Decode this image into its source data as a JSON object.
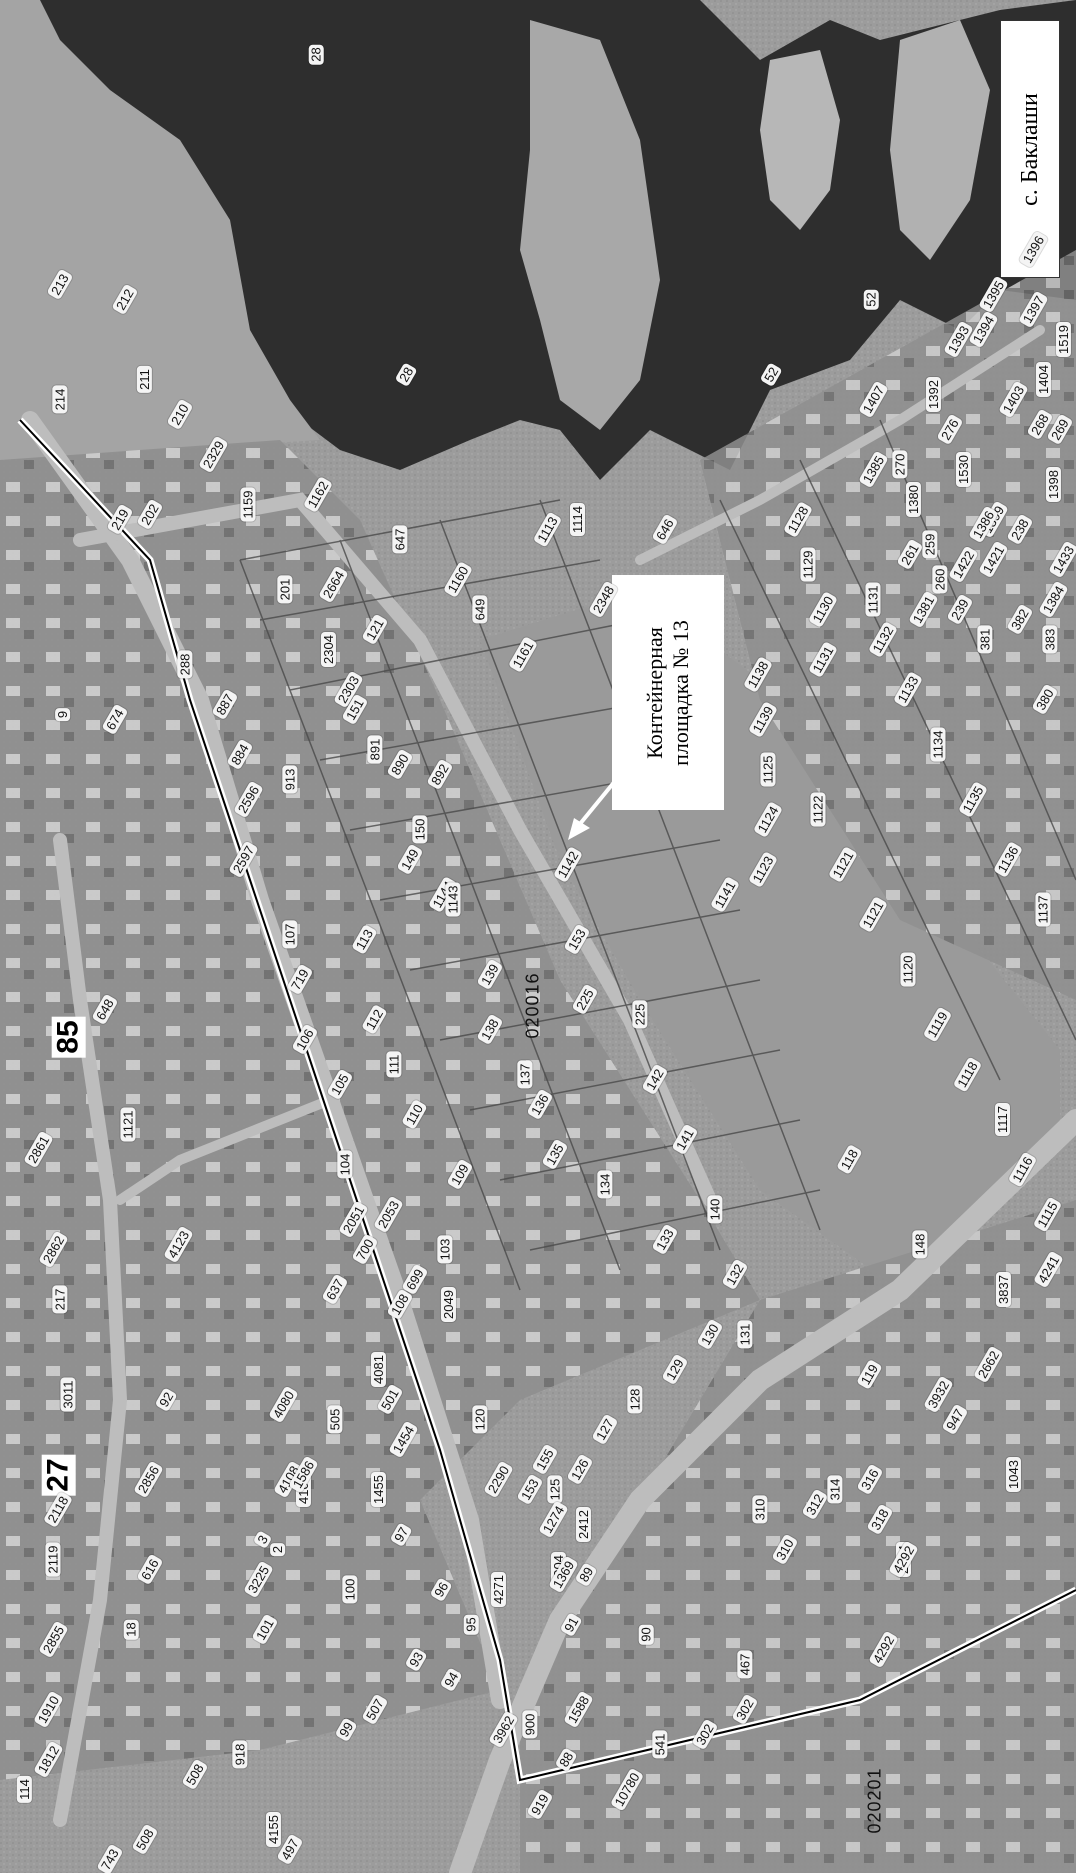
{
  "settlement_label": "с. Баклаши",
  "callout": {
    "line1": "Контейнерная",
    "line2": "площадка № 13"
  },
  "district_numbers": [
    "85",
    "27"
  ],
  "cadastral_block": "020016",
  "cadastral_block_2": "020201",
  "parcels": [
    "28",
    "28",
    "52",
    "52",
    "1396",
    "1397",
    "1519",
    "1395",
    "1394",
    "1404",
    "1393",
    "1403",
    "1392",
    "276",
    "1407",
    "1530",
    "268",
    "269",
    "270",
    "1399",
    "1385",
    "1398",
    "1422",
    "1421",
    "1380",
    "1386",
    "238",
    "259",
    "1433",
    "261",
    "260",
    "1381",
    "239",
    "381",
    "1384",
    "382",
    "383",
    "380",
    "1128",
    "1129",
    "1130",
    "1131",
    "1131",
    "1132",
    "1133",
    "1134",
    "1135",
    "1136",
    "1137",
    "1138",
    "1139",
    "1125",
    "1124",
    "1123",
    "1122",
    "1121",
    "1121",
    "1120",
    "1119",
    "1118",
    "1117",
    "1116",
    "1115",
    "1114",
    "1113",
    "646",
    "647",
    "2348",
    "1160",
    "649",
    "1161",
    "1162",
    "1159",
    "2329",
    "210",
    "211",
    "212",
    "213",
    "214",
    "219",
    "202",
    "201",
    "2664",
    "121",
    "2304",
    "2303",
    "151",
    "891",
    "892",
    "890",
    "150",
    "149",
    "1144",
    "1143",
    "1142",
    "1141",
    "148",
    "153",
    "225",
    "225",
    "142",
    "141",
    "140",
    "139",
    "138",
    "137",
    "136",
    "135",
    "134",
    "133",
    "132",
    "131",
    "130",
    "129",
    "128",
    "127",
    "126",
    "125",
    "153",
    "2290",
    "120",
    "119",
    "118",
    "288",
    "887",
    "884",
    "913",
    "2596",
    "2597",
    "9",
    "674",
    "648",
    "1121",
    "2861",
    "2862",
    "217",
    "4123",
    "92",
    "3011",
    "2118",
    "2856",
    "2119",
    "616",
    "2855",
    "18",
    "1910",
    "1812",
    "114",
    "719",
    "113",
    "107",
    "112",
    "106",
    "111",
    "105",
    "110",
    "104",
    "109",
    "2053",
    "103",
    "2051",
    "108",
    "2049",
    "699",
    "700",
    "4081",
    "501",
    "4080",
    "4109",
    "4108",
    "3",
    "2",
    "3225",
    "101",
    "100",
    "99",
    "1454",
    "1455",
    "97",
    "96",
    "95",
    "93",
    "94",
    "900",
    "919",
    "88",
    "90",
    "89",
    "91",
    "2412",
    "155",
    "1274",
    "3904",
    "3962",
    "1588",
    "4271",
    "1369",
    "1586",
    "505",
    "637",
    "507",
    "918",
    "508",
    "508",
    "4155",
    "497",
    "743",
    "310",
    "310",
    "312",
    "314",
    "316",
    "318",
    "2514",
    "3932",
    "2662",
    "3837",
    "4241",
    "947",
    "1043",
    "4292",
    "4292",
    "467",
    "302",
    "302",
    "541",
    "10780"
  ]
}
